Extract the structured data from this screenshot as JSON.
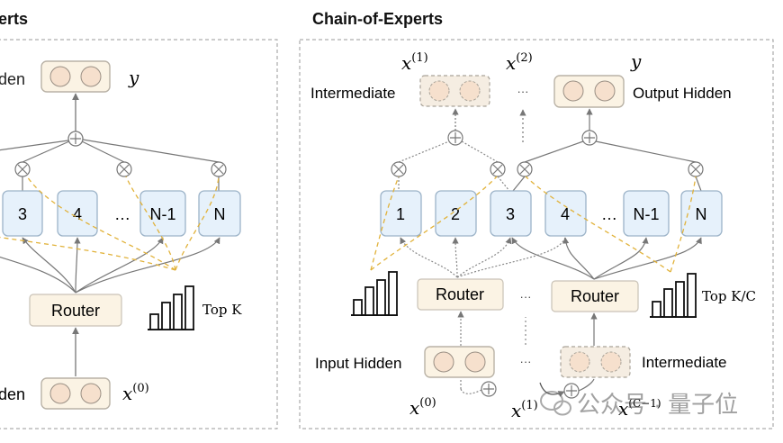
{
  "left_panel": {
    "title_fragment": "erts",
    "out_label_fragment": "den",
    "out_var": "y",
    "in_label_fragment": "den",
    "in_var": "x",
    "in_sup": "(0)",
    "experts": [
      "3",
      "4",
      "…",
      "N-1",
      "N"
    ],
    "router_label": "Router",
    "topk_label": "Top K"
  },
  "right_panel": {
    "title": "Chain-of-Experts",
    "x1_var": "x",
    "x1_sup": "(1)",
    "x2_var": "x",
    "x2_sup": "(2)",
    "y_var": "y",
    "intermediate_top": "Intermediate",
    "dots_top": "···",
    "output_label": "Output Hidden",
    "experts": [
      "1",
      "2",
      "3",
      "4",
      "…",
      "N-1",
      "N"
    ],
    "router1_label": "Router",
    "router2_label": "Router",
    "dots_router": "···",
    "topk_label": "Top K/C",
    "input_label": "Input Hidden",
    "dots_bottom": "···",
    "intermediate_bottom": "Intermediate",
    "x0_var": "x",
    "x0_sup": "(0)",
    "x1b_var": "x",
    "x1b_sup": "(1)",
    "xc_var": "x",
    "xc_sup": "(C−1)"
  },
  "watermark": {
    "text": "公众号 · 量子位"
  },
  "colors": {
    "box_fill": "#fbf3e4",
    "box_stroke": "#b9b2a6",
    "expert_fill": "#e6f1fb",
    "expert_stroke": "#9cb3c8",
    "circle_fill": "#f6e0cd",
    "gold": "#e1b23a",
    "line": "#777777"
  }
}
